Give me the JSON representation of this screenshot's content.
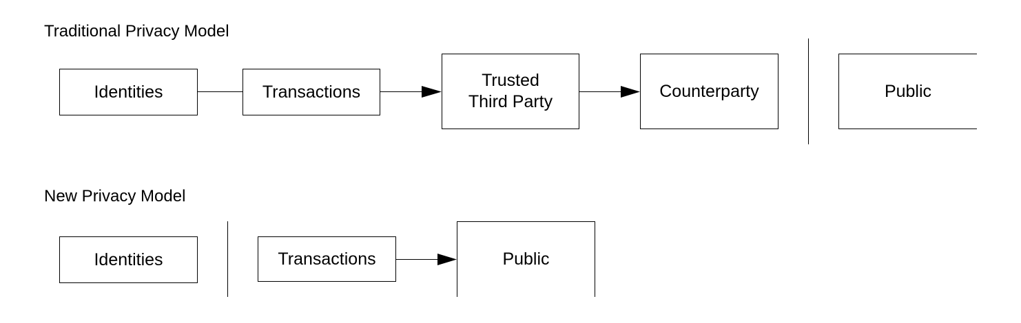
{
  "traditional": {
    "title": "Traditional Privacy Model",
    "identities": "Identities",
    "transactions": "Transactions",
    "trusted_third_party": "Trusted\nThird Party",
    "counterparty": "Counterparty",
    "public": "Public"
  },
  "new_model": {
    "title": "New Privacy Model",
    "identities": "Identities",
    "transactions": "Transactions",
    "public": "Public"
  }
}
